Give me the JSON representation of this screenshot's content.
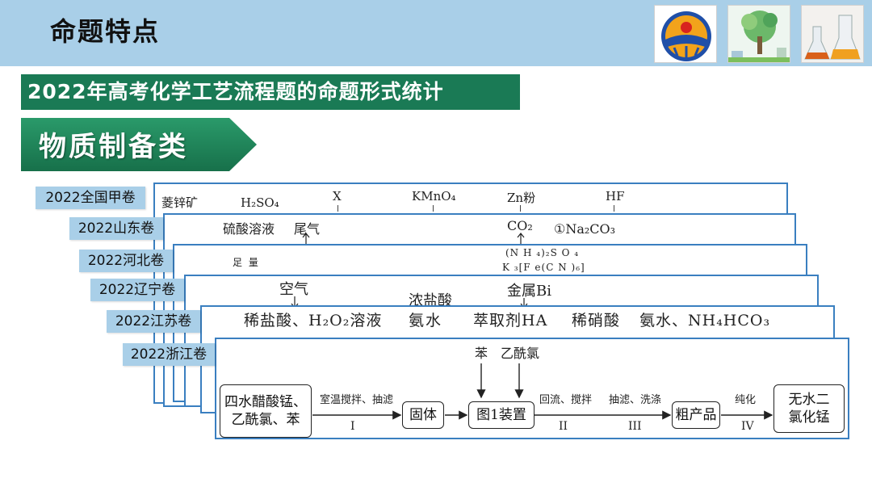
{
  "header": {
    "title": "命题特点"
  },
  "subtitle": "2022年高考化学工艺流程题的命题形式统计",
  "category": "物质制备类",
  "colors": {
    "header_bg": "#a9cfe8",
    "banner_green": "#1a7a55",
    "arrow_green": "#1f8a5e",
    "card_border": "#3a7fc0",
    "label_bg": "#a9cfe8"
  },
  "logos": [
    "emblem-logo",
    "tree-illustration",
    "flask-photo"
  ],
  "cards": {
    "quanguojia": {
      "label": "2022全国甲卷",
      "reagents": [
        "菱锌矿",
        "H₂SO₄",
        "X",
        "KMnO₄",
        "Zn粉",
        "HF"
      ]
    },
    "shandong": {
      "label": "2022山东卷",
      "reagents": [
        "硫酸溶液",
        "尾气",
        "CO₂",
        "①Na₂CO₃"
      ]
    },
    "hebei": {
      "label": "2022河北卷",
      "reagents": [
        "足 量",
        "(N H ₄)₂S O ₄",
        "K ₃[F e(C N )₆]"
      ]
    },
    "liaoning": {
      "label": "2022辽宁卷",
      "reagents": [
        "空气",
        "浓盐酸",
        "金属Bi"
      ]
    },
    "jiangsu": {
      "label": "2022江苏卷",
      "reagents": [
        "稀盐酸、H₂O₂溶液",
        "氨水",
        "萃取剂HA",
        "稀硝酸",
        "氨水、NH₄HCO₃"
      ]
    },
    "zhejiang": {
      "label": "2022浙江卷",
      "top_reagents": [
        "苯",
        "乙酰氯"
      ],
      "boxes": [
        "四水醋酸锰、乙酰氯、苯",
        "固体",
        "图1装置",
        "粗产品",
        "无水二氯化锰"
      ],
      "conditions": [
        "室温搅拌、抽滤",
        "回流、搅拌",
        "抽滤、洗涤",
        "纯化"
      ],
      "steps": [
        "I",
        "II",
        "III",
        "IV"
      ]
    }
  }
}
